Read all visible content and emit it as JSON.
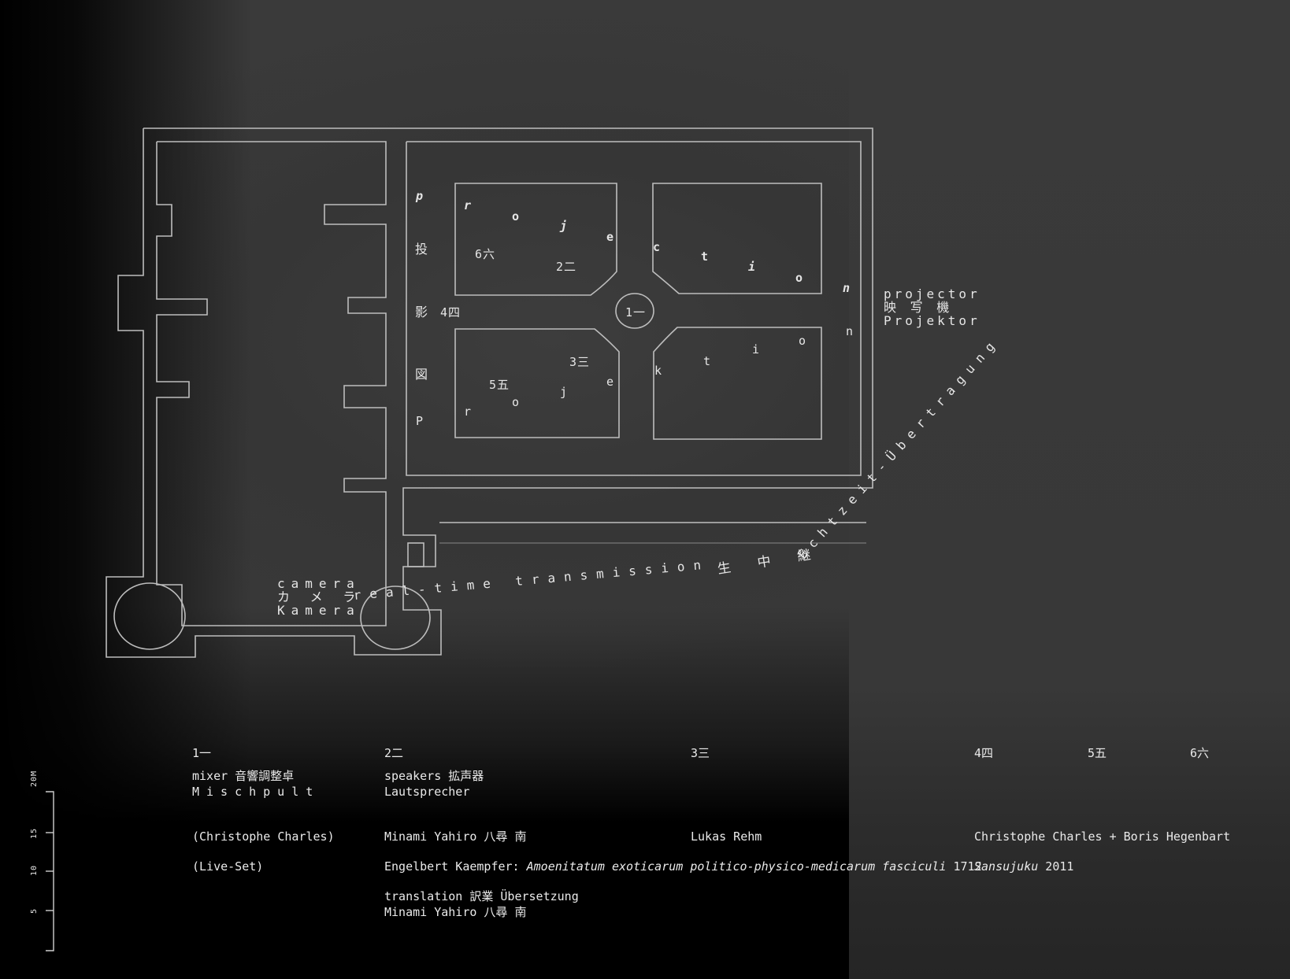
{
  "plan": {
    "numbers": [
      "1一",
      "2二",
      "3三",
      "4四",
      "5五",
      "6六"
    ],
    "projection_chars_top": [
      "p",
      "r",
      "o",
      "j",
      "e",
      "c",
      "t",
      "i",
      "o",
      "n"
    ],
    "projection_chars_bottom": [
      "P",
      "r",
      "o",
      "j",
      "e",
      "k",
      "t",
      "i",
      "o",
      "n"
    ],
    "kanji_vertical": [
      "投",
      "影",
      "図"
    ],
    "projector": {
      "en": "projector",
      "ja": "映 写 機",
      "de": "Projektor"
    },
    "camera": {
      "en": "camera",
      "ja": "カ メ ラ",
      "de": "Kamera"
    },
    "transmission_en": "real-time transmission",
    "transmission_ja": "生 中 継",
    "transmission_de": "Echtzeit-Übertragung"
  },
  "legend": {
    "col1": {
      "number": "1一",
      "line1": "mixer 音響調整卓",
      "line2": "Mischpult",
      "credit": "(Christophe Charles)",
      "note": "(Live-Set)"
    },
    "col2": {
      "number": "2二",
      "line1": "speakers 拡声器",
      "line2": "Lautsprecher",
      "credit": "Minami Yahiro 八尋 南",
      "source_author": "Engelbert Kaempfer: ",
      "source_title": "Amoenitatum exoticarum politico-physico-medicarum fasciculi",
      "source_year": " 1712",
      "translation": "translation 訳業 Übersetzung",
      "translator": "Minami Yahiro 八尋 南"
    },
    "col3": {
      "number": "3三",
      "credit": "Lukas Rehm"
    },
    "col4": {
      "number": "4四",
      "credit": "Christophe Charles + Boris Hegenbart",
      "work": "Sansujuku",
      "year": " 2011"
    },
    "col5": {
      "number": "5五"
    },
    "col6": {
      "number": "6六"
    }
  },
  "scale": {
    "ticks": [
      "20M",
      "15",
      "10",
      "5"
    ]
  }
}
